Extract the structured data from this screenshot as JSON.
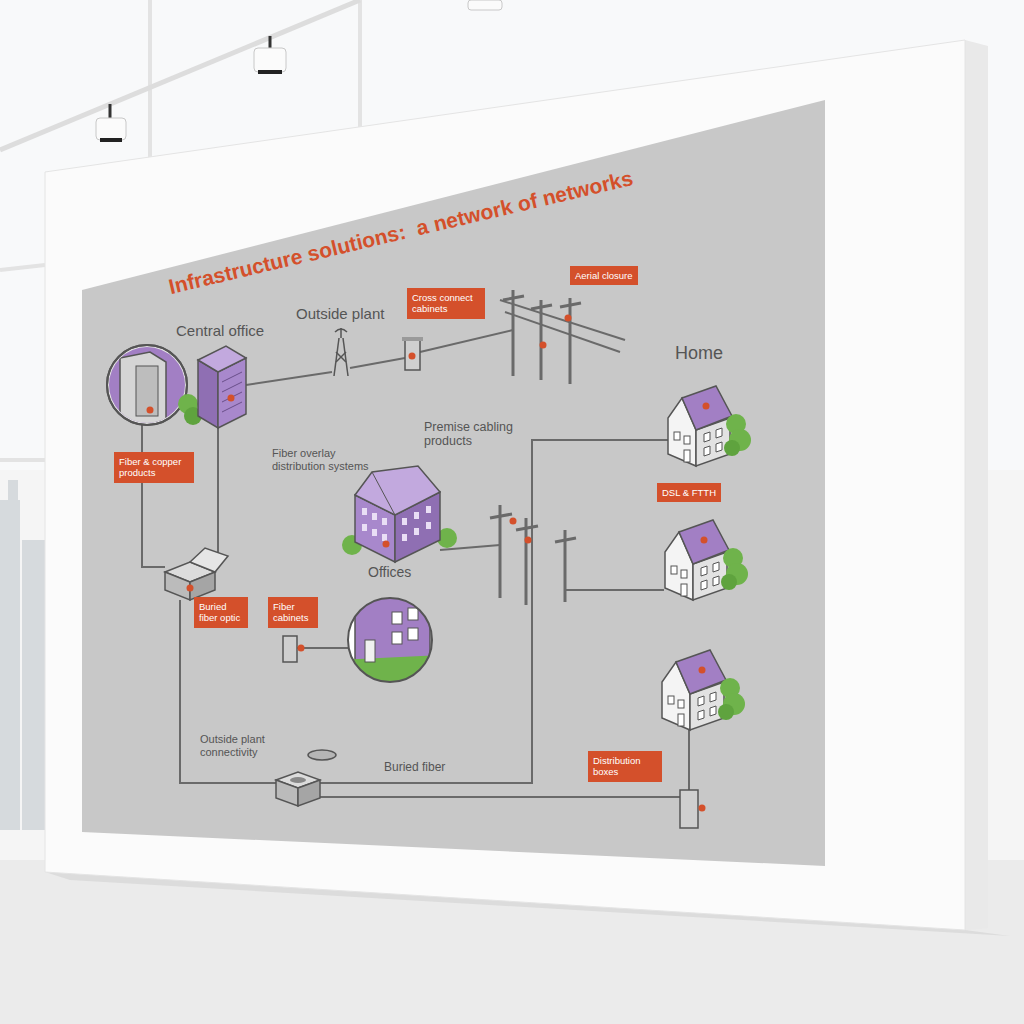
{
  "diagram": {
    "title": "Infrastructure solutions:  a network of networks",
    "nodes": [
      {
        "text": [
          "Cross connect cabinets"
        ]
      },
      {
        "text": [
          "Aerial closure"
        ]
      },
      {
        "text": [
          "Fiber & copper products"
        ]
      },
      {
        "text": [
          "DSL & FTTH"
        ]
      },
      {
        "text": [
          "Buried fiber optic"
        ]
      },
      {
        "text": [
          "Fiber cabinets"
        ]
      },
      {
        "text": [
          "Distribution boxes"
        ]
      }
    ],
    "labels": [
      "Central office",
      "Outside plant",
      "Home",
      "Fiber overlay distribution systems",
      "Premise cabling products",
      "Offices",
      "Outside plant connectivity",
      "Buried fiber"
    ]
  }
}
